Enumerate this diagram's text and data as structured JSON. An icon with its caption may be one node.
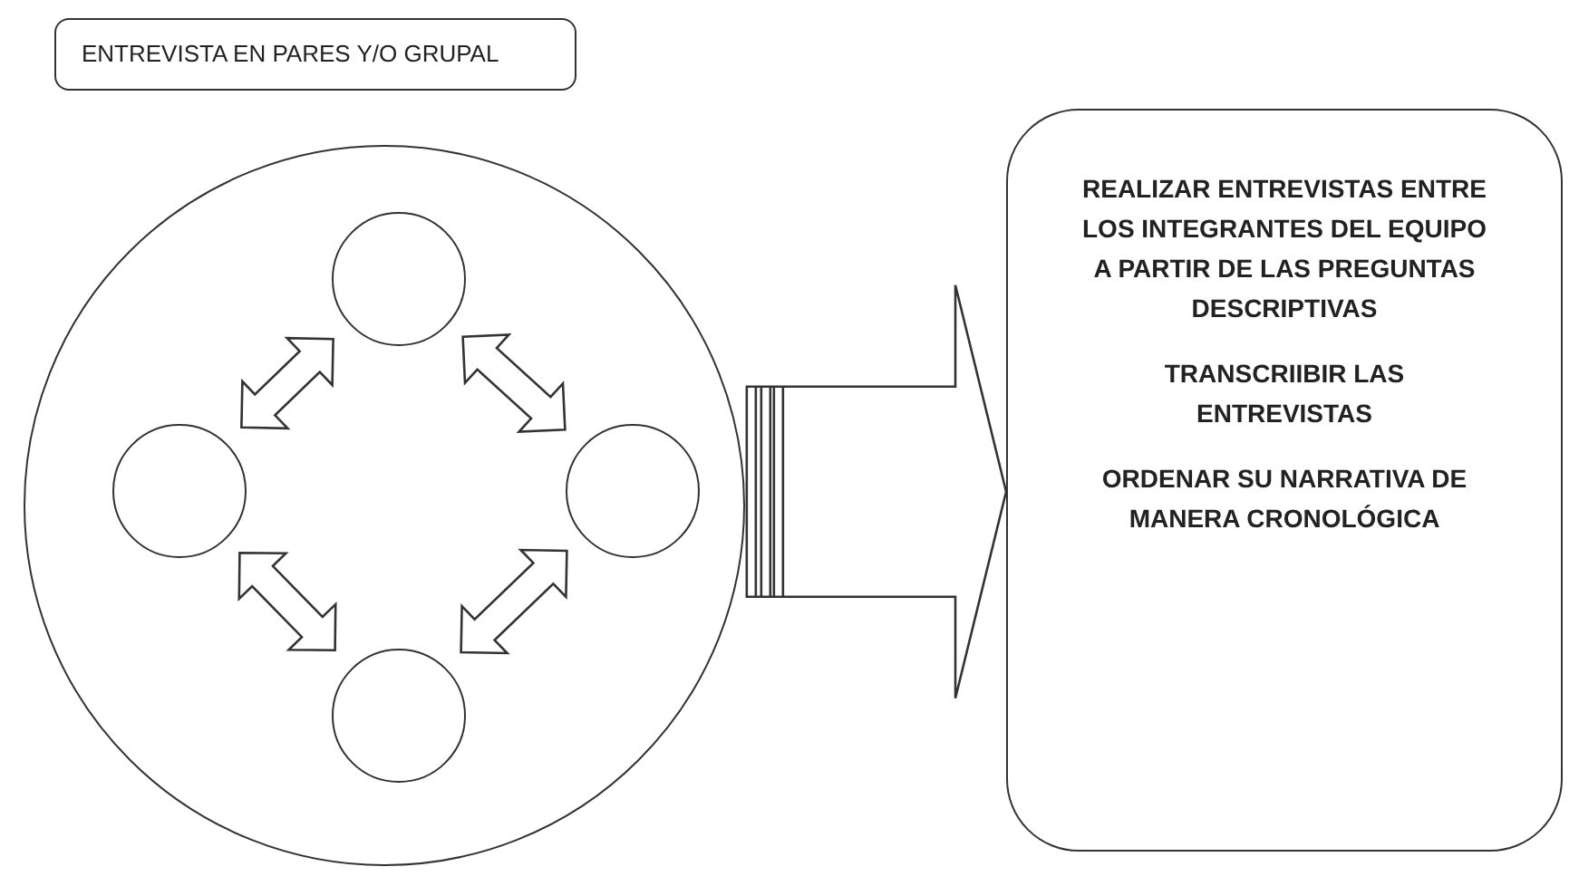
{
  "diagram": {
    "nodes": [
      {
        "text": [
          "ENTREVISTA EN PARES Y/O GRUPAL"
        ]
      },
      {
        "text": [],
        "shape": "circle"
      },
      {
        "text": [],
        "shape": "circle",
        "in": 1
      },
      {
        "text": [],
        "shape": "circle",
        "in": 1
      },
      {
        "text": [],
        "shape": "circle",
        "in": 1
      },
      {
        "text": [],
        "shape": "circle",
        "in": 1
      },
      {
        "text": [
          "REALIZAR ENTREVISTAS ENTRE LOS INTEGRANTES DEL EQUIPO A PARTIR DE LAS PREGUNTAS DESCRIPTIVAS",
          "TRANSCRIIBIR LAS ENTREVISTAS",
          "ORDENAR SU NARRATIVA DE MANERA CRONOLÓGICA"
        ]
      }
    ],
    "edges": [
      {
        "from": 3,
        "to": 2,
        "arrow": "both"
      },
      {
        "from": 2,
        "to": 4,
        "arrow": "both"
      },
      {
        "from": 3,
        "to": 5,
        "arrow": "both"
      },
      {
        "from": 5,
        "to": 4,
        "arrow": "both"
      },
      {
        "from": 1,
        "to": 6,
        "arrow": "to"
      }
    ]
  }
}
